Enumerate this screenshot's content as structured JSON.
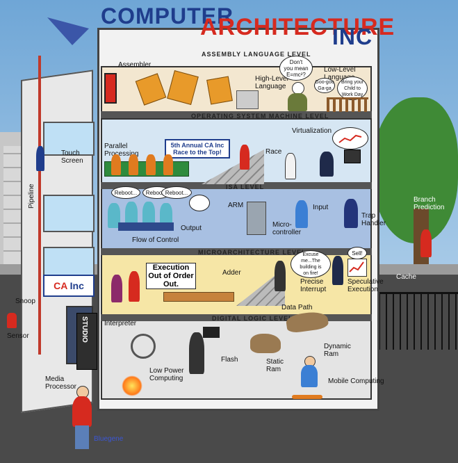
{
  "title": {
    "word1": "COMPUTER",
    "word2": "ARCHITECTURE",
    "word3": "INC"
  },
  "levels": {
    "assembly": "ASSEMBLY LANGUAGE LEVEL",
    "os": "OPERATING SYSTEM MACHINE LEVEL",
    "isa": "ISA LEVEL",
    "micro": "MICROARCHITECTURE LEVEL",
    "digital": "DIGITAL LOGIC LEVEL"
  },
  "labels": {
    "assembler": "Assembler",
    "high_level": "High-Level\nLanguage",
    "low_level": "Low-Level\nLanguage",
    "virtualization": "Virtualization",
    "parallel": "Parallel\nProcessing",
    "race": "Race",
    "touch_screen": "Touch\nScreen",
    "pipeline": "Pipeline",
    "output": "Output",
    "arm": "ARM",
    "input": "Input",
    "microcontroller": "Micro-\ncontroller",
    "trap_handler": "Trap\nHandler",
    "flow_of_control": "Flow of Control",
    "branch_prediction": "Branch\nPrediction",
    "adder": "Adder",
    "precise_interrupt": "Precise\nInterrupt",
    "speculative": "Speculative\nExecution",
    "cache": "Cache",
    "interpreter": "Interpreter",
    "data_path": "Data Path",
    "flash": "Flash",
    "static_ram": "Static\nRam",
    "dynamic_ram": "Dynamic\nRam",
    "low_power": "Low Power\nComputing",
    "mobile": "Mobile Computing",
    "media_processor": "Media\nProcessor",
    "bluegene": "Bluegene",
    "sensor": "Sensor",
    "studio": "STUDIO",
    "snoop": "Snoop"
  },
  "bubbles": {
    "emc": "Don't\nyou mean\nE=mc²?",
    "goo": "Goo-goo\nGa-ga",
    "child_day": "Bring your\nChild to\nWork Day",
    "reboot1": "Reboot...",
    "reboot2": "Reboot...",
    "reboot3": "Reboot...",
    "excuse": "Excuse\nme...The\nbuilding is\non fire!",
    "sell": "Sell!"
  },
  "signs": {
    "race_banner": "5th Annual CA Inc\nRace to the Top!",
    "execution": "Execution\nOut of Order\nOut."
  },
  "logo": {
    "ca": "CA",
    "inc": "Inc"
  },
  "colors": {
    "title_blue": "#1f3d8c",
    "title_red": "#d62a1f",
    "robot": "#e89a2a"
  }
}
